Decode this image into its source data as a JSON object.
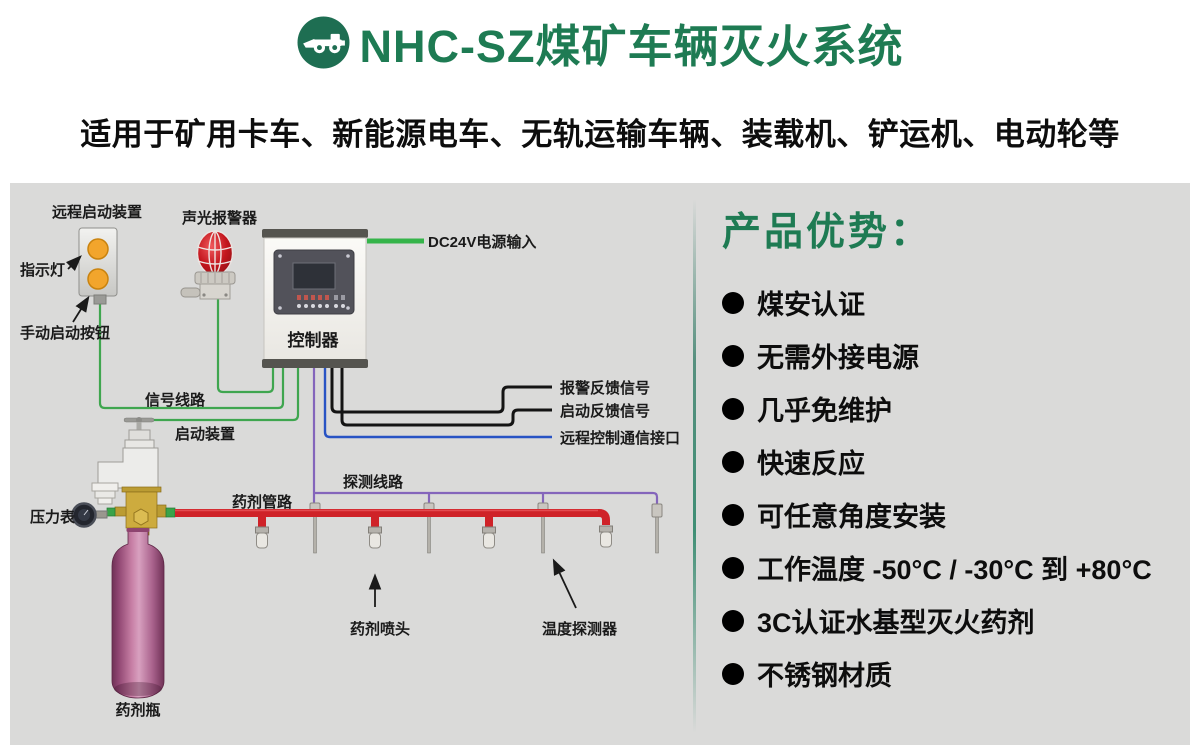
{
  "header": {
    "title": "NHC-SZ煤矿车辆灭火系统",
    "subtitle": "适用于矿用卡车、新能源电车、无轨运输车辆、装载机、铲运机、电动轮等",
    "logo_icon": "mine-truck-icon",
    "title_green": "#1e7b53"
  },
  "diagram": {
    "labels": {
      "remote_start_device": "远程启动装置",
      "indicator_light": "指示灯",
      "manual_start_button": "手动启动按钮",
      "sound_light_alarm": "声光报警器",
      "controller": "控制器",
      "dc24v_power_input": "DC24V电源输入",
      "alarm_feedback_signal": "报警反馈信号",
      "start_feedback_signal": "启动反馈信号",
      "remote_control_comm_interface": "远程控制通信接口",
      "signal_line": "信号线路",
      "start_device": "启动装置",
      "agent_pipeline": "药剂管路",
      "detection_line": "探测线路",
      "pressure_gauge": "压力表",
      "agent_nozzle": "药剂喷头",
      "temperature_detector": "温度探测器",
      "agent_bottle": "药剂瓶"
    },
    "colors": {
      "signal_wire_green": "#3fa64f",
      "power_wire_green": "#35b44a",
      "detection_wire_purple": "#8465bb",
      "comm_wire_blue": "#2853c4",
      "feedback_wire_black": "#141414",
      "agent_pipe_red": "#cf2228",
      "bottle_pink": "#c77fa5",
      "beacon_red": "#c3161d",
      "button_orange": "#f2a52c"
    }
  },
  "advantages": {
    "heading": "产品优势：",
    "items": [
      "煤安认证",
      "无需外接电源",
      "几乎免维护",
      "快速反应",
      "可任意角度安装",
      "工作温度 -50°C / -30°C 到 +80°C",
      "3C认证水基型灭火药剂",
      "不锈钢材质"
    ]
  }
}
